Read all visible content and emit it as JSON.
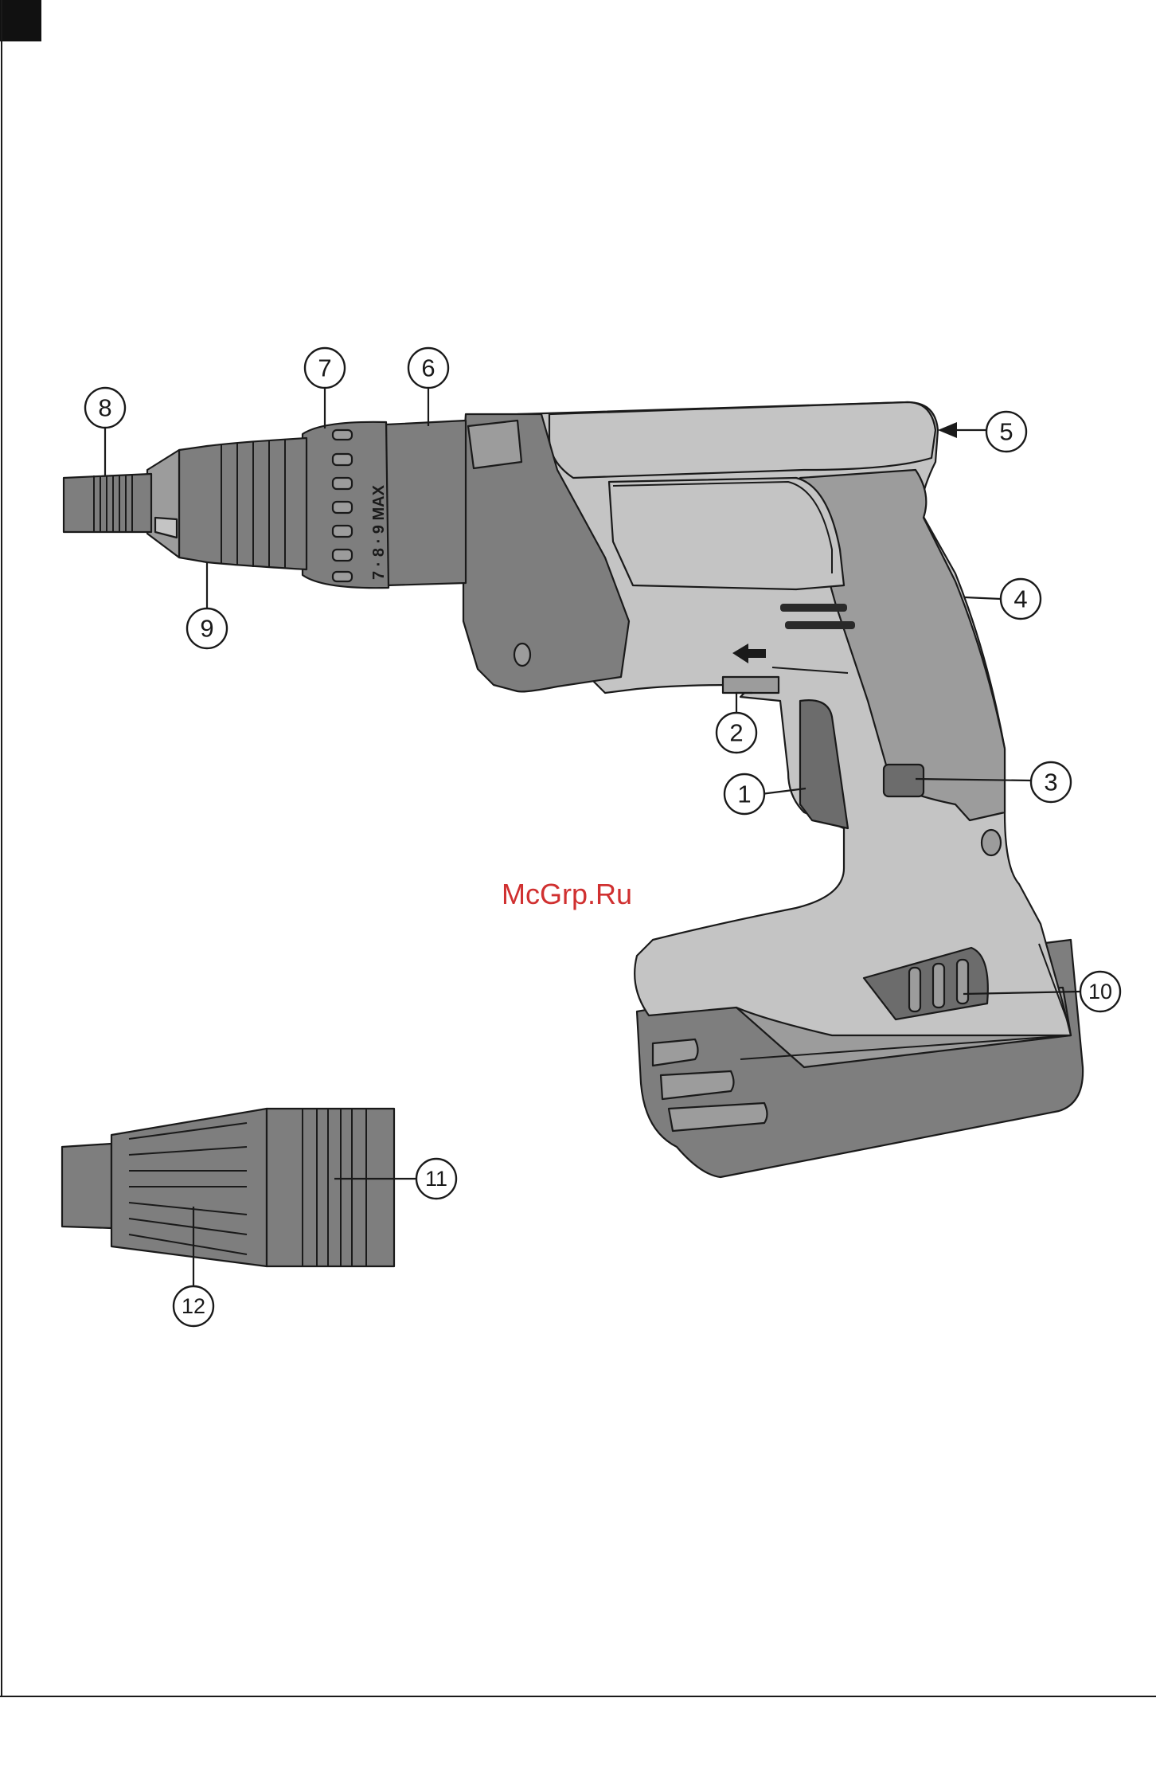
{
  "watermark": "McGrp.Ru",
  "dial_marking": "7 · 8 · 9 MAX",
  "callouts": [
    "1",
    "2",
    "3",
    "4",
    "5",
    "6",
    "7",
    "8",
    "9",
    "10",
    "11",
    "12"
  ],
  "colors": {
    "body_light": "#c4c4c4",
    "body_mid": "#9c9c9c",
    "body_dark": "#7e7e7e",
    "watermark": "#d03030"
  }
}
